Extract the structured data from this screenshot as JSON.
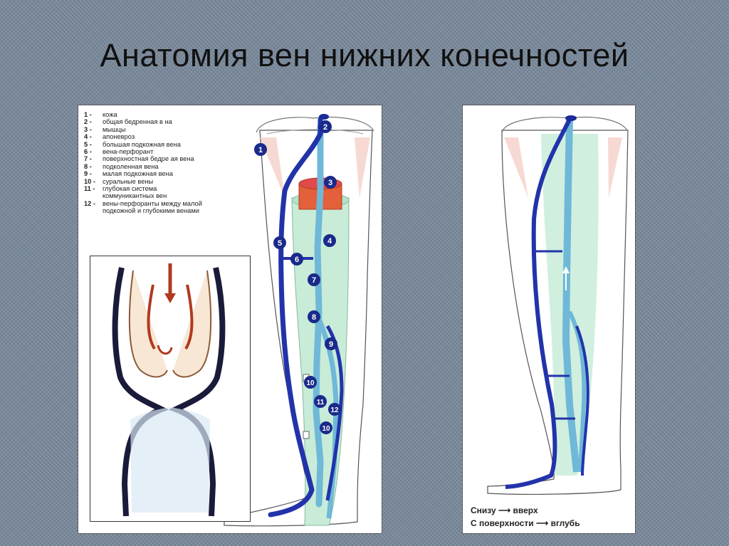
{
  "slide": {
    "title": "Анатомия вен нижних конечностей"
  },
  "legend": [
    {
      "num": "1 -",
      "text": "кожа"
    },
    {
      "num": "2 -",
      "text": "общая бедренная в  на"
    },
    {
      "num": "3 -",
      "text": "мышцы"
    },
    {
      "num": "4 -",
      "text": "апоневроз"
    },
    {
      "num": "5 -",
      "text": "большая подкожная вена"
    },
    {
      "num": "6 -",
      "text": "вена-перфорант"
    },
    {
      "num": "7 -",
      "text": "поверхностная бедре  ая вена"
    },
    {
      "num": "8 -",
      "text": "подколенная вена"
    },
    {
      "num": "9 -",
      "text": "малая подкожная вена"
    },
    {
      "num": "10 -",
      "text": "суральные вены"
    },
    {
      "num": "11 -",
      "text": "глубокая система"
    },
    {
      "num": "",
      "text": "коммуникантных вен"
    },
    {
      "num": "12 -",
      "text": "вены-перфоранты между малой"
    },
    {
      "num": "",
      "text": "подкожной и глубокими венами"
    }
  ],
  "markers": [
    "1",
    "2",
    "3",
    "4",
    "5",
    "6",
    "7",
    "8",
    "9",
    "10",
    "11",
    "12",
    "10"
  ],
  "caption": {
    "line1_from": "Снизу",
    "line1_to": "вверх",
    "line2_from": "С поверхности",
    "line2_to": "вглубь"
  },
  "colors": {
    "vein_dark": "#2233aa",
    "vein_light": "#6fb8d8",
    "tissue": "#c8ecd8",
    "flow_arrow": "#b03a20"
  }
}
